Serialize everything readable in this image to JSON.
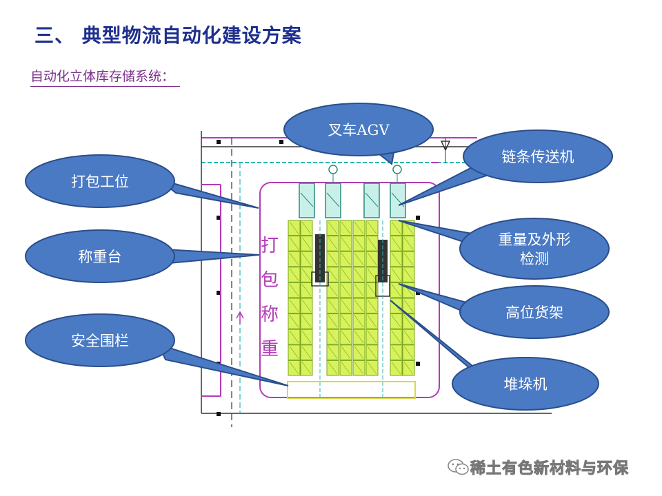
{
  "title": "三、 典型物流自动化建设方案",
  "subtitle": "自动化立体库存储系统：",
  "drawing_label": "打包称重",
  "callouts": {
    "agv": "叉车AGV",
    "conveyor": "链条传送机",
    "packing": "打包工位",
    "scale": "称重台",
    "inspection_line1": "重量及外形",
    "inspection_line2": "检测",
    "rack": "高位货架",
    "fence": "安全围栏",
    "stacker": "堆垛机"
  },
  "watermark": "稀土有色新材料与环保",
  "colors": {
    "callout_fill": "#4a7ac4",
    "callout_stroke": "#2a4e8a",
    "rack_fill": "#d7f25a",
    "rack_line": "#7aa51f",
    "magenta": "#b33ab8",
    "cyan": "#28b7b0",
    "title": "#1d2f8e"
  }
}
